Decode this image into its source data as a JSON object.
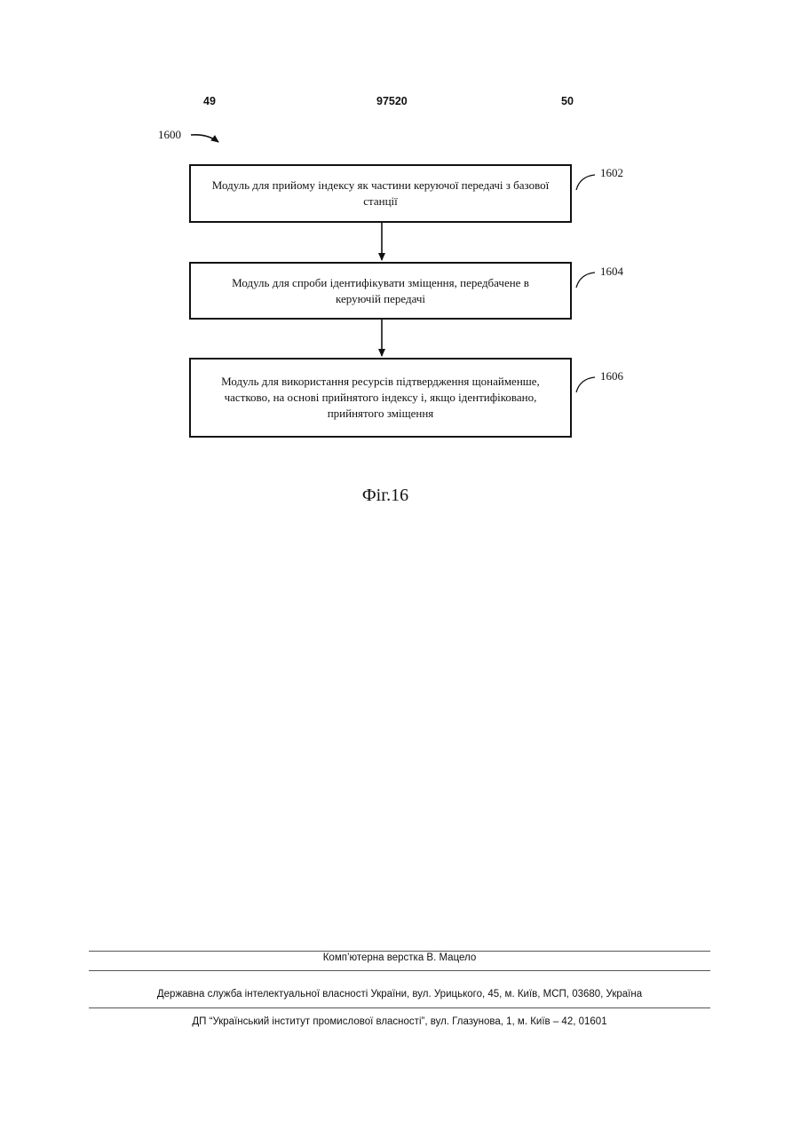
{
  "header": {
    "page_left": "49",
    "doc_number": "97520",
    "page_right": "50"
  },
  "figure": {
    "ref_label": "1600",
    "blocks": [
      {
        "ref": "1602",
        "text": "Модуль для прийому індексу як частини керуючої передачі з базової станції"
      },
      {
        "ref": "1604",
        "text": "Модуль для спроби ідентифікувати зміщення, передбачене в керуючій передачі"
      },
      {
        "ref": "1606",
        "text": "Модуль для використання ресурсів підтвердження щонайменше, частково, на основі прийнятого індексу і, якщо ідентифіковано, прийнятого зміщення"
      }
    ],
    "caption": "Фіг.16"
  },
  "footer": {
    "layout_credit": "Комп’ютерна верстка В. Мацело",
    "agency": "Державна служба інтелектуальної власності України, вул. Урицького, 45, м. Київ, МСП, 03680, Україна",
    "institute": "ДП “Український інститут промислової власності”, вул. Глазунова, 1, м. Київ – 42, 01601"
  }
}
